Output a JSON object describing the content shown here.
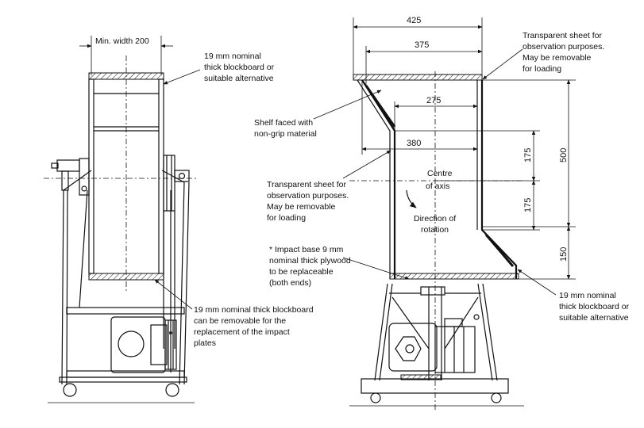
{
  "left_view": {
    "min_width_label": "Min. width 200",
    "top_note": [
      "19 mm nominal",
      "thick blockboard or",
      "suitable alternative"
    ],
    "bottom_note": [
      "19 mm nominal thick blockboard",
      "can be removable for the",
      "replacement of the impact",
      "plates"
    ]
  },
  "right_view": {
    "dim_425": "425",
    "dim_375": "375",
    "dim_275": "275",
    "dim_380": "380",
    "dim_500": "500",
    "dim_175_upper": "175",
    "dim_175_lower": "175",
    "dim_150": "150",
    "transparent_note_top": [
      "Transparent sheet for",
      "observation purposes.",
      "May be removable",
      "for loading"
    ],
    "shelf_note": [
      "Shelf faced with",
      "non-grip material"
    ],
    "transparent_note_left": [
      "Transparent sheet for",
      "observation purposes.",
      "May be removable",
      "for loading"
    ],
    "centre_label": [
      "Centre",
      "of axis"
    ],
    "rotation_label": [
      "Direction of",
      "rotation"
    ],
    "impact_note": [
      "* Impact base 9 mm",
      "nominal thick plywood",
      "to be replaceable",
      "(both ends)"
    ],
    "blockboard_note": [
      "19 mm nominal",
      "thick blockboard or",
      "suitable alternative"
    ]
  }
}
